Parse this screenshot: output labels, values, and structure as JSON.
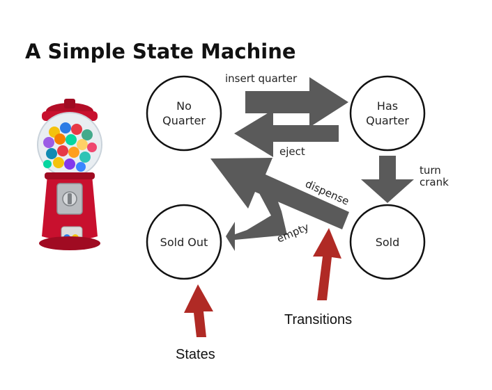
{
  "title": "A Simple State Machine",
  "states": [
    {
      "id": "no-quarter",
      "lines": [
        "No",
        "Quarter"
      ]
    },
    {
      "id": "has-quarter",
      "lines": [
        "Has",
        "Quarter"
      ]
    },
    {
      "id": "sold-out",
      "lines": [
        "Sold Out"
      ]
    },
    {
      "id": "sold",
      "lines": [
        "Sold"
      ]
    }
  ],
  "transitions": {
    "insert_quarter": "insert quarter",
    "eject": "eject",
    "turn_crank": [
      "turn",
      "crank"
    ],
    "dispense": "dispense",
    "empty": "empty"
  },
  "callouts": {
    "states": "States",
    "transitions": "Transitions"
  },
  "colors": {
    "arrow_fill": "#5a5a5a",
    "callout_arrow": "#b02a25",
    "gumball_body": "#c8102e",
    "state_stroke": "#111111"
  }
}
